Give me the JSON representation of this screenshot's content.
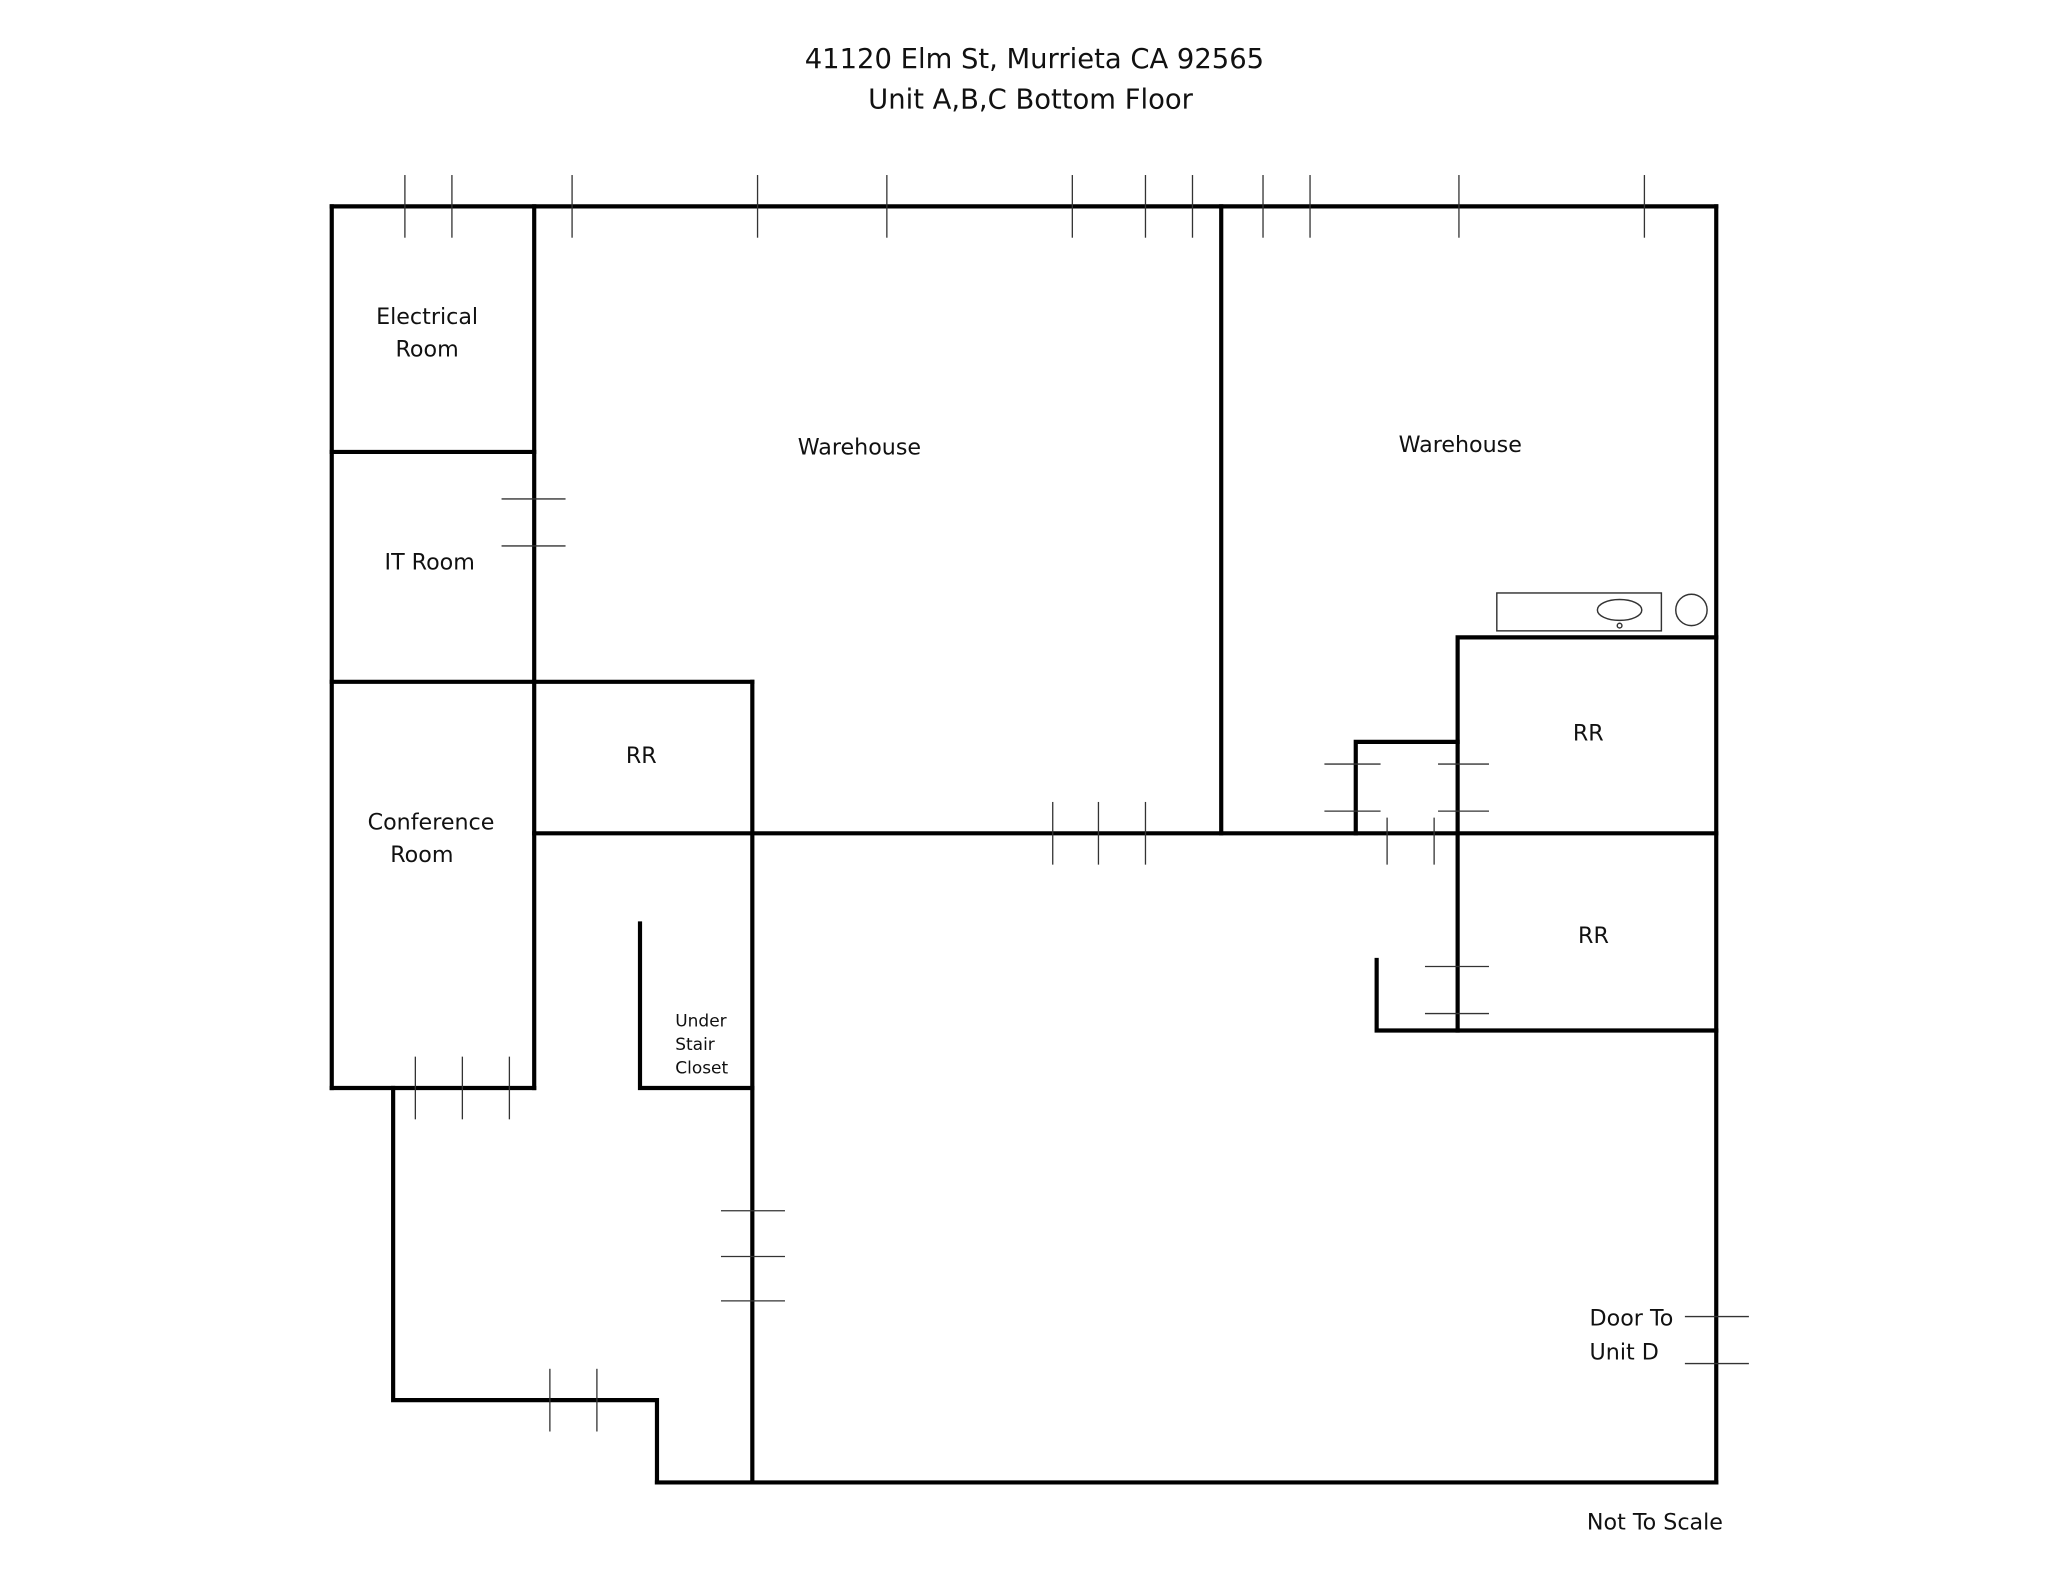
{
  "header": {
    "title_line1": "41120 Elm St, Murrieta CA 92565",
    "title_line2": "Unit A,B,C Bottom Floor"
  },
  "rooms": {
    "electrical": [
      "Electrical",
      "Room"
    ],
    "it_room": "IT Room",
    "conference": [
      "Conference",
      "Room"
    ],
    "rr_left": "RR",
    "warehouse_left": "Warehouse",
    "warehouse_right": "Warehouse",
    "rr_right_top": "RR",
    "rr_right_bottom": "RR",
    "under_stair_closet": [
      "Under",
      "Stair",
      "Closet"
    ]
  },
  "annotations": {
    "door_to_unit_d": [
      "Door To",
      "Unit D"
    ],
    "scale_note": "Not To Scale"
  },
  "colors": {
    "wall": "#000000",
    "background": "#ffffff",
    "text": "#111111"
  }
}
